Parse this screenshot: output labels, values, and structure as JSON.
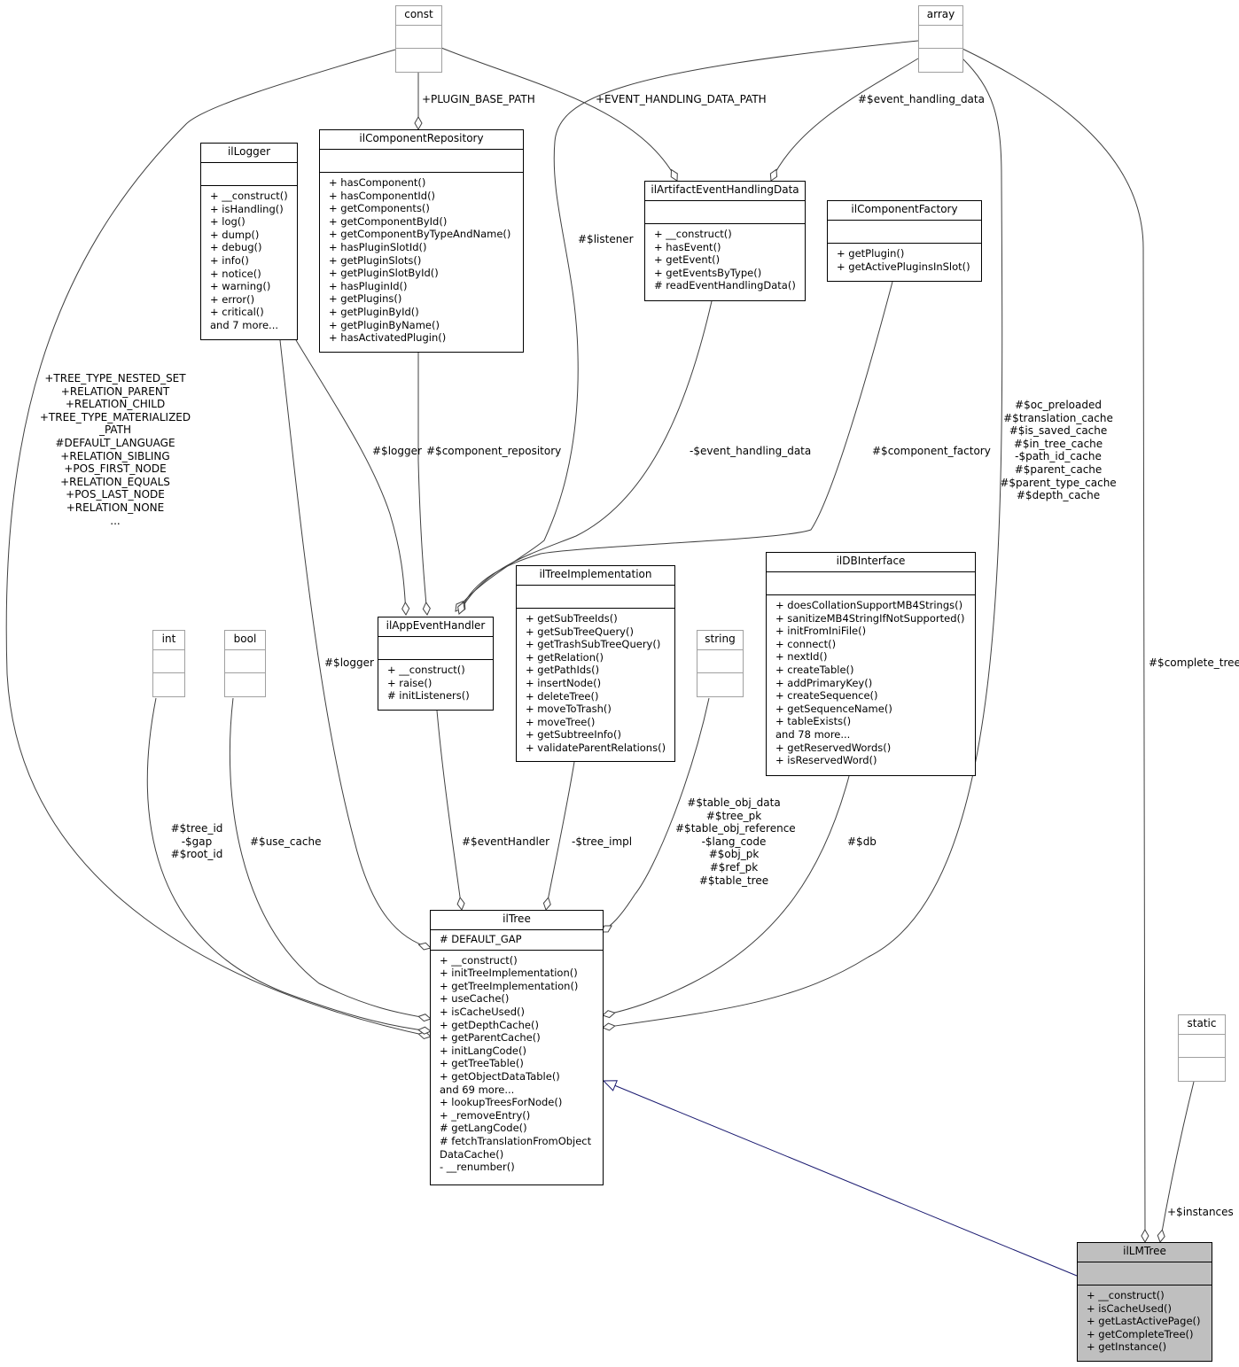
{
  "classes": {
    "const": {
      "name": "const"
    },
    "array": {
      "name": "array"
    },
    "int": {
      "name": "int"
    },
    "bool": {
      "name": "bool"
    },
    "string": {
      "name": "string"
    },
    "static": {
      "name": "static"
    },
    "logger": {
      "name": "ilLogger",
      "ops": "+ __construct()\n+ isHandling()\n+ log()\n+ dump()\n+ debug()\n+ info()\n+ notice()\n+ warning()\n+ error()\n+ critical()\nand 7 more..."
    },
    "repo": {
      "name": "ilComponentRepository",
      "ops": "+ hasComponent()\n+ hasComponentId()\n+ getComponents()\n+ getComponentById()\n+ getComponentByTypeAndName()\n+ hasPluginSlotId()\n+ getPluginSlots()\n+ getPluginSlotById()\n+ hasPluginId()\n+ getPlugins()\n+ getPluginById()\n+ getPluginByName()\n+ hasActivatedPlugin()"
    },
    "artifact": {
      "name": "ilArtifactEventHandlingData",
      "ops": "+ __construct()\n+ hasEvent()\n+ getEvent()\n+ getEventsByType()\n# readEventHandlingData()"
    },
    "factory": {
      "name": "ilComponentFactory",
      "ops": "+ getPlugin()\n+ getActivePluginsInSlot()"
    },
    "appev": {
      "name": "ilAppEventHandler",
      "ops": "+ __construct()\n+ raise()\n# initListeners()"
    },
    "treeimpl": {
      "name": "ilTreeImplementation",
      "ops": "+ getSubTreeIds()\n+ getSubTreeQuery()\n+ getTrashSubTreeQuery()\n+ getRelation()\n+ getPathIds()\n+ insertNode()\n+ deleteTree()\n+ moveToTrash()\n+ moveTree()\n+ getSubtreeInfo()\n+ validateParentRelations()"
    },
    "db": {
      "name": "ilDBInterface",
      "ops": "+ doesCollationSupportMB4Strings()\n+ sanitizeMB4StringIfNotSupported()\n+ initFromIniFile()\n+ connect()\n+ nextId()\n+ createTable()\n+ addPrimaryKey()\n+ createSequence()\n+ getSequenceName()\n+ tableExists()\nand 78 more...\n+ getReservedWords()\n+ isReservedWord()"
    },
    "tree": {
      "name": "ilTree",
      "attrs": "# DEFAULT_GAP",
      "ops": "+ __construct()\n+ initTreeImplementation()\n+ getTreeImplementation()\n+ useCache()\n+ isCacheUsed()\n+ getDepthCache()\n+ getParentCache()\n+ initLangCode()\n+ getTreeTable()\n+ getObjectDataTable()\nand 69 more...\n+ lookupTreesForNode()\n+ _removeEntry()\n# getLangCode()\n# fetchTranslationFromObject\nDataCache()\n- __renumber()"
    },
    "lmtree": {
      "name": "ilLMTree",
      "ops": "+ __construct()\n+ isCacheUsed()\n+ getLastActivePage()\n+ getCompleteTree()\n+ getInstance()"
    }
  },
  "edge_labels": {
    "plugin_base_path": "+PLUGIN_BASE_PATH",
    "event_handling_data_path": "+EVENT_HANDLING_DATA_PATH",
    "event_handling_data": "#$event_handling_data",
    "listener": "#$listener",
    "logger_appev": "#$logger",
    "component_repository": "#$component_repository",
    "priv_event_handling_data": "-$event_handling_data",
    "component_factory": "#$component_factory",
    "const_members": "+TREE_TYPE_NESTED_SET\n+RELATION_PARENT\n+RELATION_CHILD\n+TREE_TYPE_MATERIALIZED\n_PATH\n#DEFAULT_LANGUAGE\n+RELATION_SIBLING\n+POS_FIRST_NODE\n+RELATION_EQUALS\n+POS_LAST_NODE\n+RELATION_NONE\n...",
    "array_members": "#$oc_preloaded\n#$translation_cache\n#$is_saved_cache\n#$in_tree_cache\n-$path_id_cache\n#$parent_cache\n#$parent_type_cache\n#$depth_cache",
    "complete_tree": "#$complete_tree",
    "logger_tree": "#$logger",
    "int_members": "#$tree_id\n-$gap\n#$root_id",
    "use_cache": "#$use_cache",
    "event_handler": "#$eventHandler",
    "tree_impl": "-$tree_impl",
    "string_members": "#$table_obj_data\n#$tree_pk\n#$table_obj_reference\n-$lang_code\n#$obj_pk\n#$ref_pk\n#$table_tree",
    "db": "#$db",
    "instances": "+$instances"
  },
  "colors": {
    "inheritance": "#191970",
    "association": "#404040",
    "highlight": "#bfbfbf",
    "primitive_border": "#a0a0a0"
  }
}
